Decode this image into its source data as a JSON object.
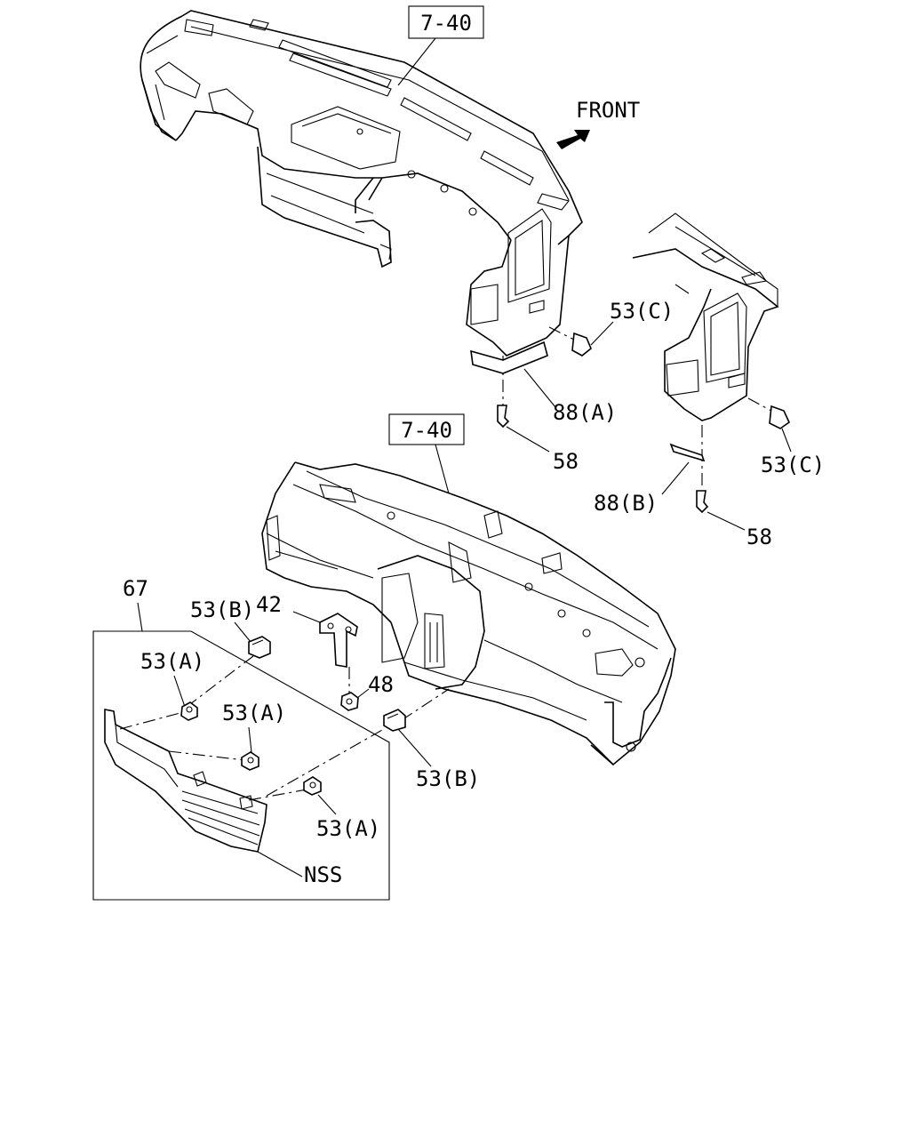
{
  "callouts": {
    "ref_upper": "7-40",
    "ref_lower": "7-40",
    "front": "FRONT",
    "c53c_top": "53(C)",
    "c88a": "88(A)",
    "c58_top": "58",
    "c53c_right": "53(C)",
    "c88b": "88(B)",
    "c58_right": "58",
    "c67": "67",
    "c53b_top": "53(B)",
    "c42": "42",
    "c53a_1": "53(A)",
    "c48": "48",
    "c53a_2": "53(A)",
    "c53b_bottom": "53(B)",
    "c53a_3": "53(A)",
    "nss": "NSS"
  },
  "icons": {
    "front_arrow": "arrow-upper-right-icon"
  }
}
